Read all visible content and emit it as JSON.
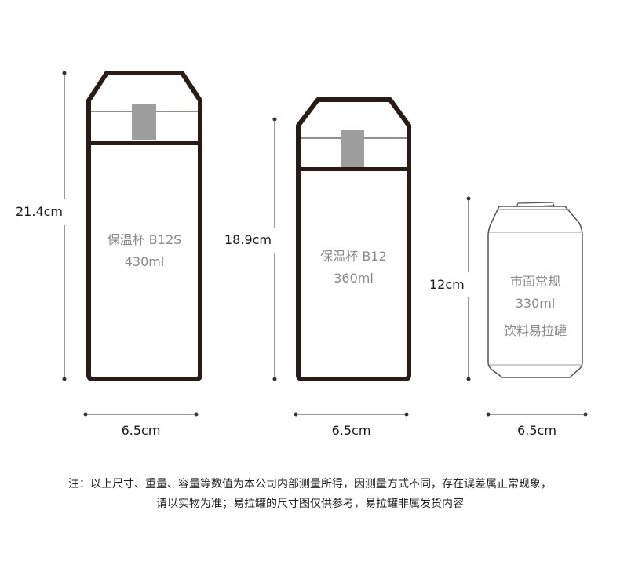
{
  "products": [
    {
      "name": "保温杯 B12S",
      "capacity": "430ml",
      "height": "21.4cm",
      "width": "6.5cm"
    },
    {
      "name": "保温杯 B12",
      "capacity": "360ml",
      "height": "18.9cm",
      "width": "6.5cm"
    },
    {
      "name_line1": "市面常规",
      "capacity": "330ml",
      "name_line2": "饮料易拉罐",
      "height": "12cm",
      "width": "6.5cm"
    }
  ],
  "colors": {
    "outline": "#2a1b17",
    "lid_tab": "#9e9e9e",
    "can_outline": "#555555",
    "inner_text": "#8a8a8a"
  },
  "note": {
    "line1": "注：以上尺寸、重量、容量等数值为本公司内部测量所得，因测量方式不同，存在误差属正常现象，",
    "line2": "请以实物为准；易拉罐的尺寸图仅供参考，易拉罐非属发货内容"
  }
}
